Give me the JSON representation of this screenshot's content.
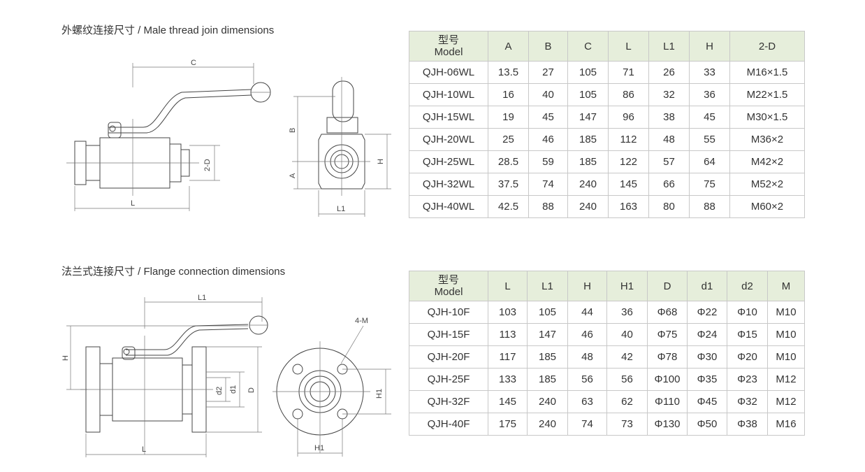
{
  "section_male": {
    "title": "外螺纹连接尺寸 / Male thread join dimensions",
    "drawing_labels": {
      "c": "C",
      "l": "L",
      "two_d": "2-D",
      "b": "B",
      "a": "A",
      "h": "H",
      "l1": "L1"
    },
    "table": {
      "model_cn": "型号",
      "model_en": "Model",
      "headers": [
        "A",
        "B",
        "C",
        "L",
        "L1",
        "H",
        "2-D"
      ],
      "rows": [
        [
          "QJH-06WL",
          "13.5",
          "27",
          "105",
          "71",
          "26",
          "33",
          "M16×1.5"
        ],
        [
          "QJH-10WL",
          "16",
          "40",
          "105",
          "86",
          "32",
          "36",
          "M22×1.5"
        ],
        [
          "QJH-15WL",
          "19",
          "45",
          "147",
          "96",
          "38",
          "45",
          "M30×1.5"
        ],
        [
          "QJH-20WL",
          "25",
          "46",
          "185",
          "112",
          "48",
          "55",
          "M36×2"
        ],
        [
          "QJH-25WL",
          "28.5",
          "59",
          "185",
          "122",
          "57",
          "64",
          "M42×2"
        ],
        [
          "QJH-32WL",
          "37.5",
          "74",
          "240",
          "145",
          "66",
          "75",
          "M52×2"
        ],
        [
          "QJH-40WL",
          "42.5",
          "88",
          "240",
          "163",
          "80",
          "88",
          "M60×2"
        ]
      ]
    }
  },
  "section_flange": {
    "title": "法兰式连接尺寸 / Flange connection dimensions",
    "drawing_labels": {
      "l1": "L1",
      "h": "H",
      "d2": "d2",
      "d1": "d1",
      "d": "D",
      "l": "L",
      "four_m": "4-M",
      "h1": "H1",
      "h1_bottom": "H1"
    },
    "table": {
      "model_cn": "型号",
      "model_en": "Model",
      "headers": [
        "L",
        "L1",
        "H",
        "H1",
        "D",
        "d1",
        "d2",
        "M"
      ],
      "rows": [
        [
          "QJH-10F",
          "103",
          "105",
          "44",
          "36",
          "Φ68",
          "Φ22",
          "Φ10",
          "M10"
        ],
        [
          "QJH-15F",
          "113",
          "147",
          "46",
          "40",
          "Φ75",
          "Φ24",
          "Φ15",
          "M10"
        ],
        [
          "QJH-20F",
          "117",
          "185",
          "48",
          "42",
          "Φ78",
          "Φ30",
          "Φ20",
          "M10"
        ],
        [
          "QJH-25F",
          "133",
          "185",
          "56",
          "56",
          "Φ100",
          "Φ35",
          "Φ23",
          "M12"
        ],
        [
          "QJH-32F",
          "145",
          "240",
          "63",
          "62",
          "Φ110",
          "Φ45",
          "Φ32",
          "M12"
        ],
        [
          "QJH-40F",
          "175",
          "240",
          "74",
          "73",
          "Φ130",
          "Φ50",
          "Φ38",
          "M16"
        ]
      ]
    }
  }
}
